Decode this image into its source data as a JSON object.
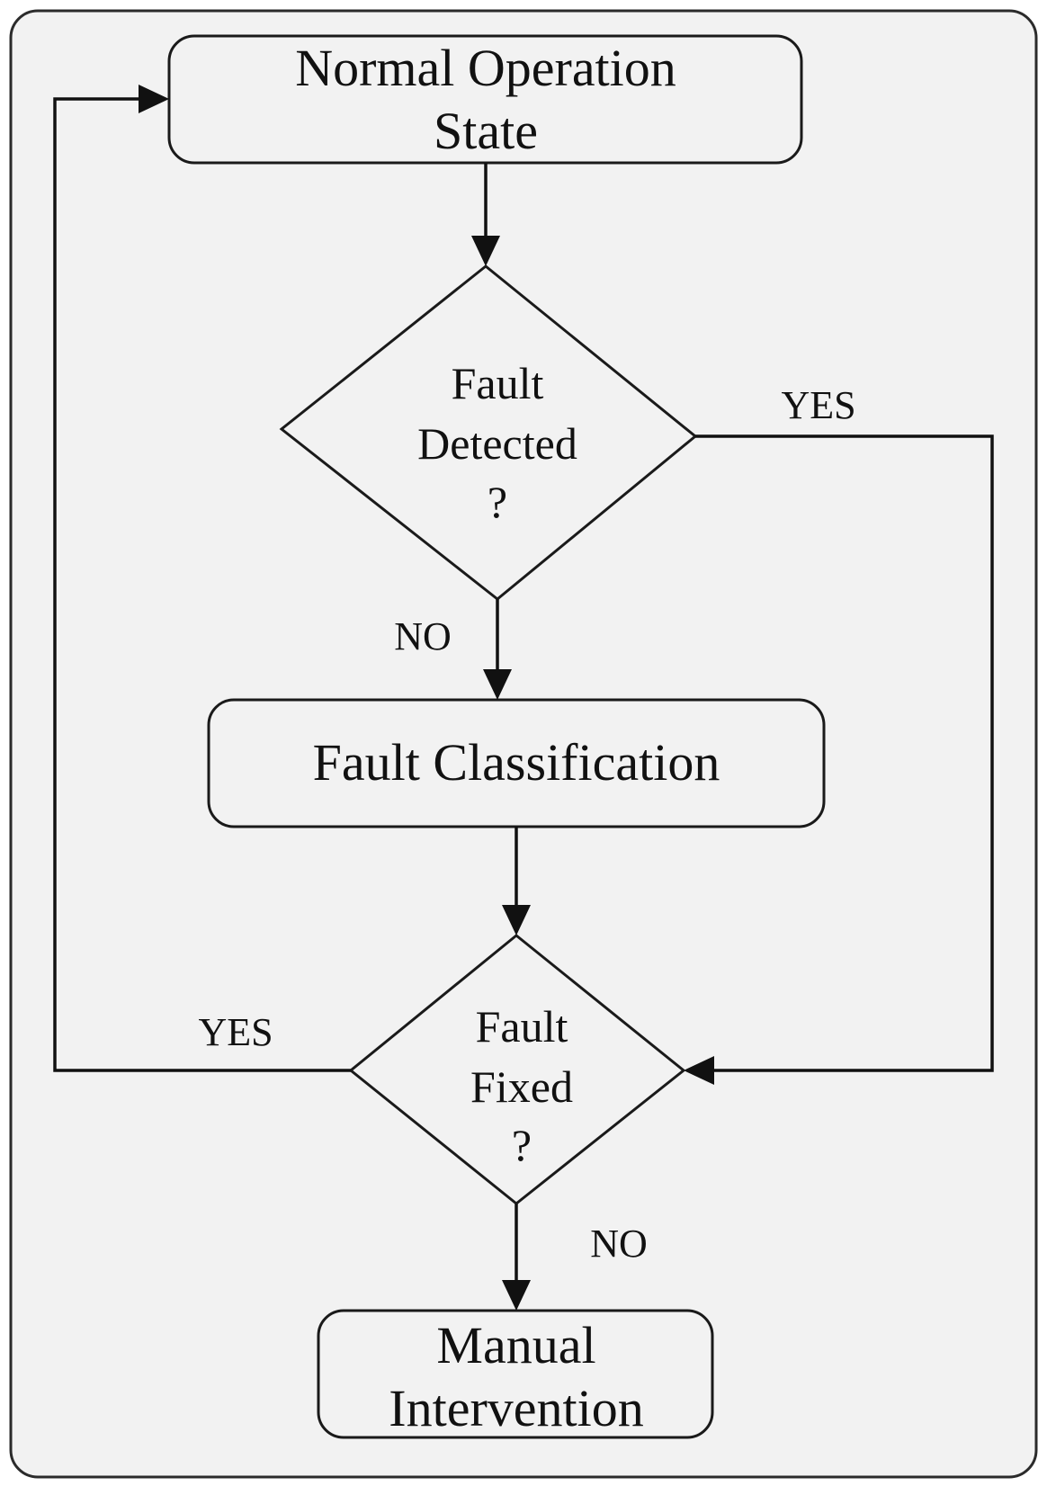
{
  "nodes": {
    "normal_operation": {
      "line1": "Normal Operation",
      "line2": "State"
    },
    "fault_detected": {
      "line1": "Fault",
      "line2": "Detected",
      "line3": "?"
    },
    "fault_classification": {
      "line1": "Fault Classification"
    },
    "fault_fixed": {
      "line1": "Fault",
      "line2": "Fixed",
      "line3": "?"
    },
    "manual_intervention": {
      "line1": "Manual",
      "line2": "Intervention"
    }
  },
  "edges": {
    "detected_yes": "YES",
    "detected_no": "NO",
    "fixed_yes": "YES",
    "fixed_no": "NO"
  }
}
